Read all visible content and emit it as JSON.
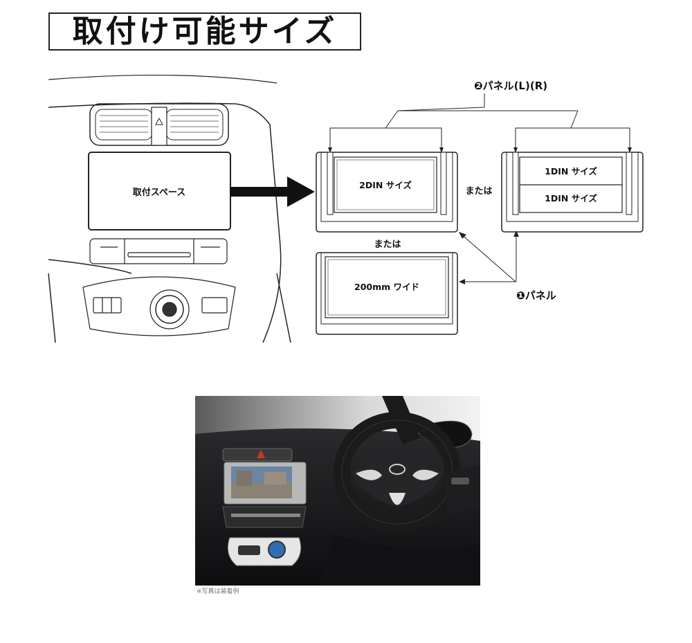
{
  "title": "取付け可能サイズ",
  "diagram": {
    "mount_space_label": "取付スペース",
    "panel_lr_label": "❷パネル(L)(R)",
    "panel_label": "❶パネル",
    "size_2din": "2DIN サイズ",
    "size_1din_top": "1DIN サイズ",
    "size_1din_bottom": "1DIN サイズ",
    "size_200mm": "200mm ワイド",
    "or_label_right": "または",
    "or_label_bottom": "または"
  },
  "photo": {
    "caption": "※写真は装着例"
  },
  "colors": {
    "line": "#222222",
    "photo_dark": "#1c1c1e",
    "brake_red": "#c0392b"
  }
}
